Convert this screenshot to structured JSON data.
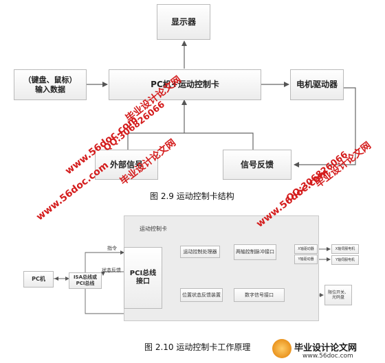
{
  "diagram1": {
    "display": "显示器",
    "input": [
      "（键盘、鼠标）",
      "输入数据"
    ],
    "pc_card": "PC机+运动控制卡",
    "motor_driver": "电机驱动器",
    "external_signal": "外部信号",
    "feedback": "信号反馈",
    "caption": "图 2.9 运动控制卡结构"
  },
  "diagram2": {
    "card_title": "运动控制卡",
    "instruction": "指令",
    "status_feedback": "状态反馈",
    "pc": "PC机",
    "isa": [
      "ISA总线或",
      "PCI总线"
    ],
    "pci_interface": [
      "PCI总线",
      "接口"
    ],
    "processor": "运动控制处理器",
    "pulse_interface": "两轴控制脉冲接口",
    "position_feedback": "位置状态反馈装置",
    "digital_interface": "数字信号接口",
    "x_driver": "X轴驱动器",
    "y_driver": "Y轴驱动器",
    "x_motor": "X轴伺服电机",
    "y_motor": "Y轴伺服电机",
    "limit": [
      "限位开关、",
      "光码盘"
    ],
    "caption": "图 2.10 运动控制卡工作原理"
  },
  "watermarks": {
    "site1": "毕业设计论文网",
    "qq1": "QQ:306826066",
    "url1": "www.56doc.com",
    "site2": "毕业设计论文网",
    "qq2": "QQ:306826066",
    "url2": "www.56doc.com",
    "site3": "毕业设计论文网",
    "url3": "www.56doc.com",
    "logo_title": "毕业设计论文网",
    "logo_url": "www.56doc.com"
  }
}
